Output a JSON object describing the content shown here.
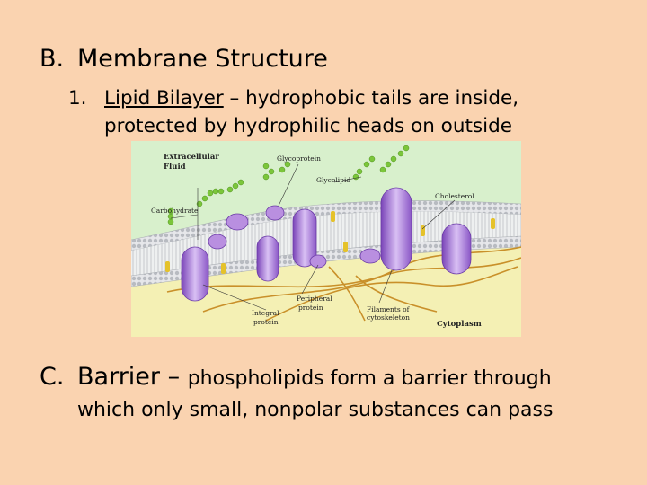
{
  "section_b": {
    "marker": "B.",
    "title": "Membrane Structure"
  },
  "point_1": {
    "number": "1.",
    "term": "Lipid Bilayer",
    "dash": " – ",
    "line1_rest": "hydrophobic tails are inside,",
    "line2": "protected by hydrophilic heads on outside"
  },
  "figure": {
    "labels": {
      "extracellular_1": "Extracellular",
      "extracellular_2": "Fluid",
      "glycoprotein": "Glycoprotein",
      "glycolipid": "Glycolipid",
      "cholesterol": "Cholesterol",
      "carbohydrate": "Carbohydrate",
      "peripheral_1": "Peripheral",
      "peripheral_2": "protein",
      "integral_1": "Integral",
      "integral_2": "protein",
      "filaments_1": "Filaments of",
      "filaments_2": "cytoskeleton",
      "cytoplasm": "Cytoplasm"
    },
    "colors": {
      "fluid_bg": "#d8f0cc",
      "cytoplasm_bg": "#f4f0b4",
      "membrane": "#c9cbcf",
      "protein": "#b98fe0",
      "protein_dark": "#7a44b8",
      "carb": "#7bc63a",
      "cholesterol": "#e5c22a",
      "filament": "#c9902a"
    }
  },
  "section_c": {
    "marker": "C.",
    "title": "Barrier",
    "dash": " – ",
    "line1_rest": "phospholipids form a barrier through",
    "line2": "which only small, nonpolar substances can pass"
  }
}
